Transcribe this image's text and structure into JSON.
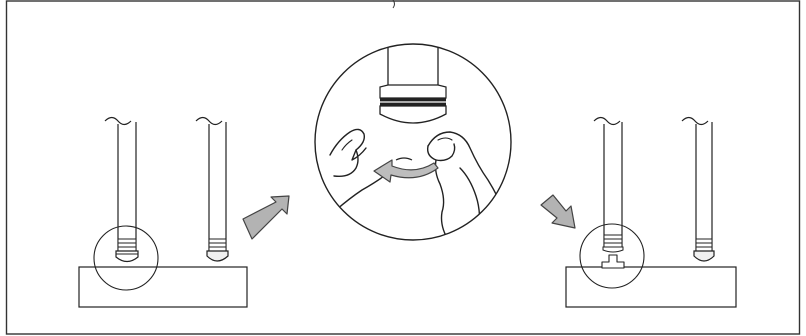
{
  "diagram": {
    "text": [],
    "colors": {
      "stroke": "#222222",
      "frame": "#333333",
      "background": "#ffffff",
      "arrow_fill": "#b3b3b3",
      "arrow_stroke": "#444444",
      "tip_fill": "#f0f0f0",
      "curved_arrow_fill": "#bdbdbd"
    },
    "panels": [
      {
        "name": "before",
        "tips": [
          "tip-with-cover",
          "tip-without-cover"
        ]
      },
      {
        "name": "detail",
        "action": "remove-cover"
      },
      {
        "name": "after",
        "tips": [
          "tip-cover-detached",
          "tip-without-cover"
        ]
      }
    ],
    "icons": [
      "arrow-right-icon",
      "arrow-down-right-icon",
      "curved-arrow-icon"
    ]
  }
}
